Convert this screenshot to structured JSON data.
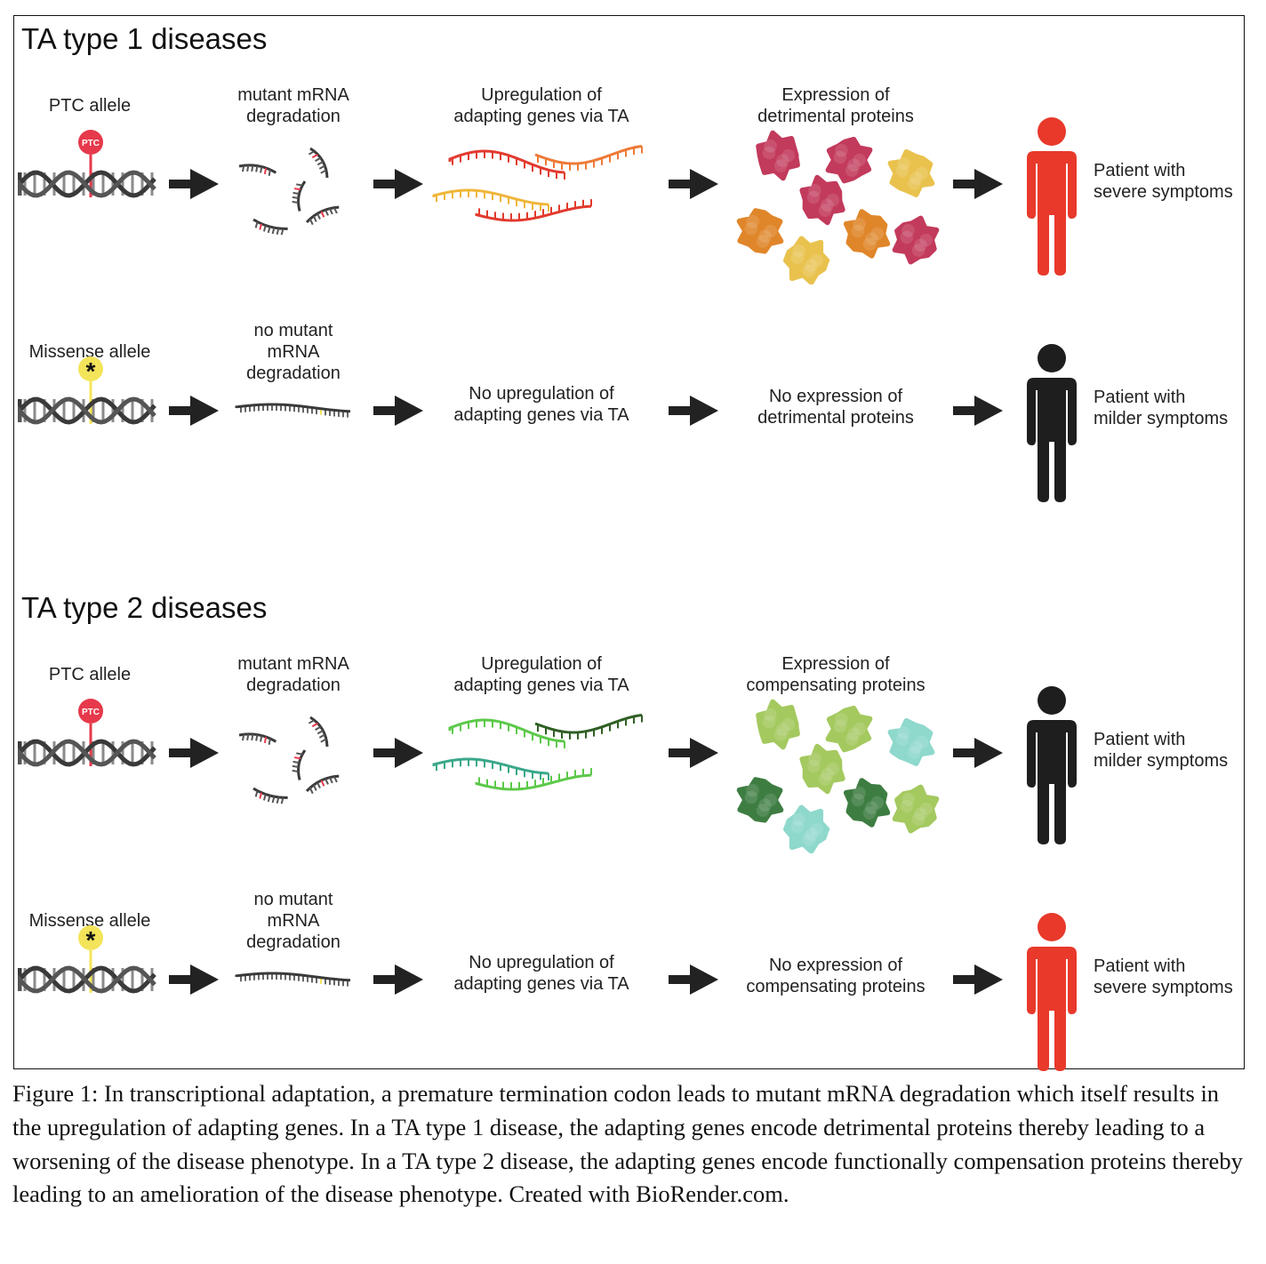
{
  "colors": {
    "ptc_red": "#e6394b",
    "missense_yellow": "#f4e45a",
    "severe_red": "#e8392b",
    "mild_black": "#1e1e1e",
    "arrow": "#222222",
    "dna": "#3a3a3a",
    "detrimental_proteins": [
      "#c23a5c",
      "#e9c24e",
      "#e0862a"
    ],
    "compensating_proteins": [
      "#a4c95f",
      "#8ed8cc",
      "#3e7d42"
    ],
    "red_mrna": [
      "#e23a2e",
      "#ee7a36",
      "#f0b63a"
    ],
    "green_mrna": [
      "#5cc94a",
      "#2f5f24",
      "#3aa88a"
    ]
  },
  "sections": [
    {
      "title": "TA type 1 diseases",
      "rows": [
        {
          "allele_label": "PTC allele",
          "allele_marker": "PTC",
          "allele_marker_type": "ptc",
          "mrna_label": "mutant mRNA\ndegradation",
          "mrna_state": "degraded",
          "upregulation_label": "Upregulation of\nadapting genes via TA",
          "upregulation_shown": true,
          "protein_label": "Expression of\ndetrimental proteins",
          "protein_shown": true,
          "protein_kind": "detrimental",
          "patient_label": "Patient with\nsevere symptoms",
          "patient_state": "severe"
        },
        {
          "allele_label": "Missense allele",
          "allele_marker": "*",
          "allele_marker_type": "missense",
          "mrna_label": "no mutant\nmRNA\ndegradation",
          "mrna_state": "intact",
          "upregulation_label": "No upregulation of\nadapting genes via TA",
          "upregulation_shown": false,
          "protein_label": "No expression of\ndetrimental proteins",
          "protein_shown": false,
          "protein_kind": "detrimental",
          "patient_label": "Patient with\nmilder symptoms",
          "patient_state": "mild"
        }
      ]
    },
    {
      "title": "TA type 2 diseases",
      "rows": [
        {
          "allele_label": "PTC allele",
          "allele_marker": "PTC",
          "allele_marker_type": "ptc",
          "mrna_label": "mutant mRNA\ndegradation",
          "mrna_state": "degraded",
          "upregulation_label": "Upregulation of\nadapting genes via TA",
          "upregulation_shown": true,
          "protein_label": "Expression of\ncompensating proteins",
          "protein_shown": true,
          "protein_kind": "compensating",
          "patient_label": "Patient with\nmilder symptoms",
          "patient_state": "mild"
        },
        {
          "allele_label": "Missense allele",
          "allele_marker": "*",
          "allele_marker_type": "missense",
          "mrna_label": "no mutant\nmRNA\ndegradation",
          "mrna_state": "intact",
          "upregulation_label": "No upregulation of\nadapting genes via TA",
          "upregulation_shown": false,
          "protein_label": "No expression of\ncompensating proteins",
          "protein_shown": false,
          "protein_kind": "compensating",
          "patient_label": "Patient with\nsevere symptoms",
          "patient_state": "severe"
        }
      ]
    }
  ],
  "caption": "Figure 1: In transcriptional adaptation, a premature termination codon leads to mutant mRNA degradation which itself results in the upregulation of adapting genes.  In a TA type 1 disease, the adapting genes encode detrimental proteins thereby leading to a worsening of the disease phenotype.  In a TA type 2 disease, the adapting genes encode functionally compensation proteins thereby leading to an amelioration of the disease phenotype.  Created with BioRender.com."
}
